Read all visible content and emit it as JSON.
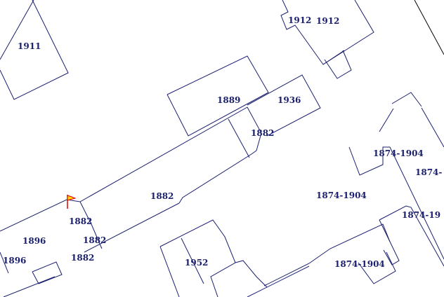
{
  "map": {
    "line_color": "#1a1f6e",
    "marker_color": "#ffd700",
    "labels": [
      "1911",
      "1912",
      "1912",
      "1889",
      "1936",
      "1882",
      "1874-1904",
      "1874-",
      "1882",
      "1874-1904",
      "1874-19",
      "1882",
      "1896",
      "1882",
      "1896",
      "1882",
      "1952",
      "1874-1904"
    ]
  }
}
